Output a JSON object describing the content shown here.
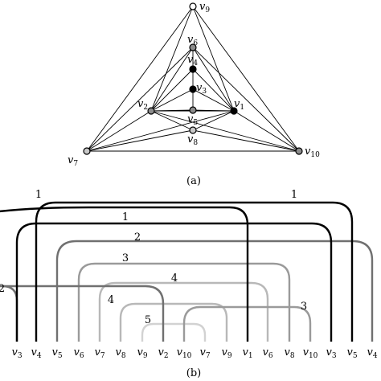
{
  "figure_a": {
    "caption": "(a)",
    "vertices": [
      {
        "id": "v9",
        "base": "v",
        "sub": "9",
        "color": "white"
      },
      {
        "id": "v6",
        "base": "v",
        "sub": "6",
        "color": "gray"
      },
      {
        "id": "v4",
        "base": "v",
        "sub": "4",
        "color": "black"
      },
      {
        "id": "v3",
        "base": "v",
        "sub": "3",
        "color": "black"
      },
      {
        "id": "v2",
        "base": "v",
        "sub": "2",
        "color": "gray"
      },
      {
        "id": "v1",
        "base": "v",
        "sub": "1",
        "color": "black"
      },
      {
        "id": "v5",
        "base": "v",
        "sub": "5",
        "color": "gray"
      },
      {
        "id": "v8",
        "base": "v",
        "sub": "8",
        "color": "lightgray"
      },
      {
        "id": "v7",
        "base": "v",
        "sub": "7",
        "color": "lightgray"
      },
      {
        "id": "v10",
        "base": "v",
        "sub": "10",
        "color": "gray"
      }
    ],
    "edges": [
      [
        "v9",
        "v7"
      ],
      [
        "v9",
        "v10"
      ],
      [
        "v7",
        "v10"
      ],
      [
        "v9",
        "v2"
      ],
      [
        "v9",
        "v1"
      ],
      [
        "v7",
        "v2"
      ],
      [
        "v7",
        "v8"
      ],
      [
        "v10",
        "v1"
      ],
      [
        "v10",
        "v8"
      ],
      [
        "v6",
        "v2"
      ],
      [
        "v6",
        "v1"
      ],
      [
        "v6",
        "v4"
      ],
      [
        "v6",
        "v7"
      ],
      [
        "v6",
        "v10"
      ],
      [
        "v4",
        "v3"
      ],
      [
        "v4",
        "v2"
      ],
      [
        "v4",
        "v1"
      ],
      [
        "v3",
        "v2"
      ],
      [
        "v3",
        "v1"
      ],
      [
        "v3",
        "v5"
      ],
      [
        "v2",
        "v5"
      ],
      [
        "v1",
        "v5"
      ],
      [
        "v2",
        "v1"
      ],
      [
        "v2",
        "v8"
      ],
      [
        "v1",
        "v8"
      ],
      [
        "v7",
        "v1"
      ],
      [
        "v10",
        "v2"
      ]
    ]
  },
  "figure_b": {
    "caption": "(b)",
    "baseline": [
      {
        "base": "v",
        "sub": "3"
      },
      {
        "base": "v",
        "sub": "4"
      },
      {
        "base": "v",
        "sub": "5"
      },
      {
        "base": "v",
        "sub": "6"
      },
      {
        "base": "v",
        "sub": "7"
      },
      {
        "base": "v",
        "sub": "8"
      },
      {
        "base": "v",
        "sub": "9"
      },
      {
        "base": "v",
        "sub": "2"
      },
      {
        "base": "v",
        "sub": "10"
      },
      {
        "base": "v",
        "sub": "7"
      },
      {
        "base": "v",
        "sub": "9"
      },
      {
        "base": "v",
        "sub": "1"
      },
      {
        "base": "v",
        "sub": "6"
      },
      {
        "base": "v",
        "sub": "8"
      },
      {
        "base": "v",
        "sub": "10"
      },
      {
        "base": "v",
        "sub": "3"
      },
      {
        "base": "v",
        "sub": "5"
      },
      {
        "base": "v",
        "sub": "4"
      }
    ],
    "arcs": [
      {
        "label": "1",
        "color": "#000000"
      },
      {
        "label": "1",
        "color": "#000000"
      },
      {
        "label": "1",
        "color": "#000000"
      },
      {
        "label": "2",
        "color": "#707070"
      },
      {
        "label": "2",
        "color": "#707070"
      },
      {
        "label": "3",
        "color": "#9a9a9a"
      },
      {
        "label": "3",
        "color": "#9a9a9a"
      },
      {
        "label": "4",
        "color": "#b8b8b8"
      },
      {
        "label": "4",
        "color": "#b8b8b8"
      },
      {
        "label": "5",
        "color": "#d2d2d2"
      }
    ]
  }
}
